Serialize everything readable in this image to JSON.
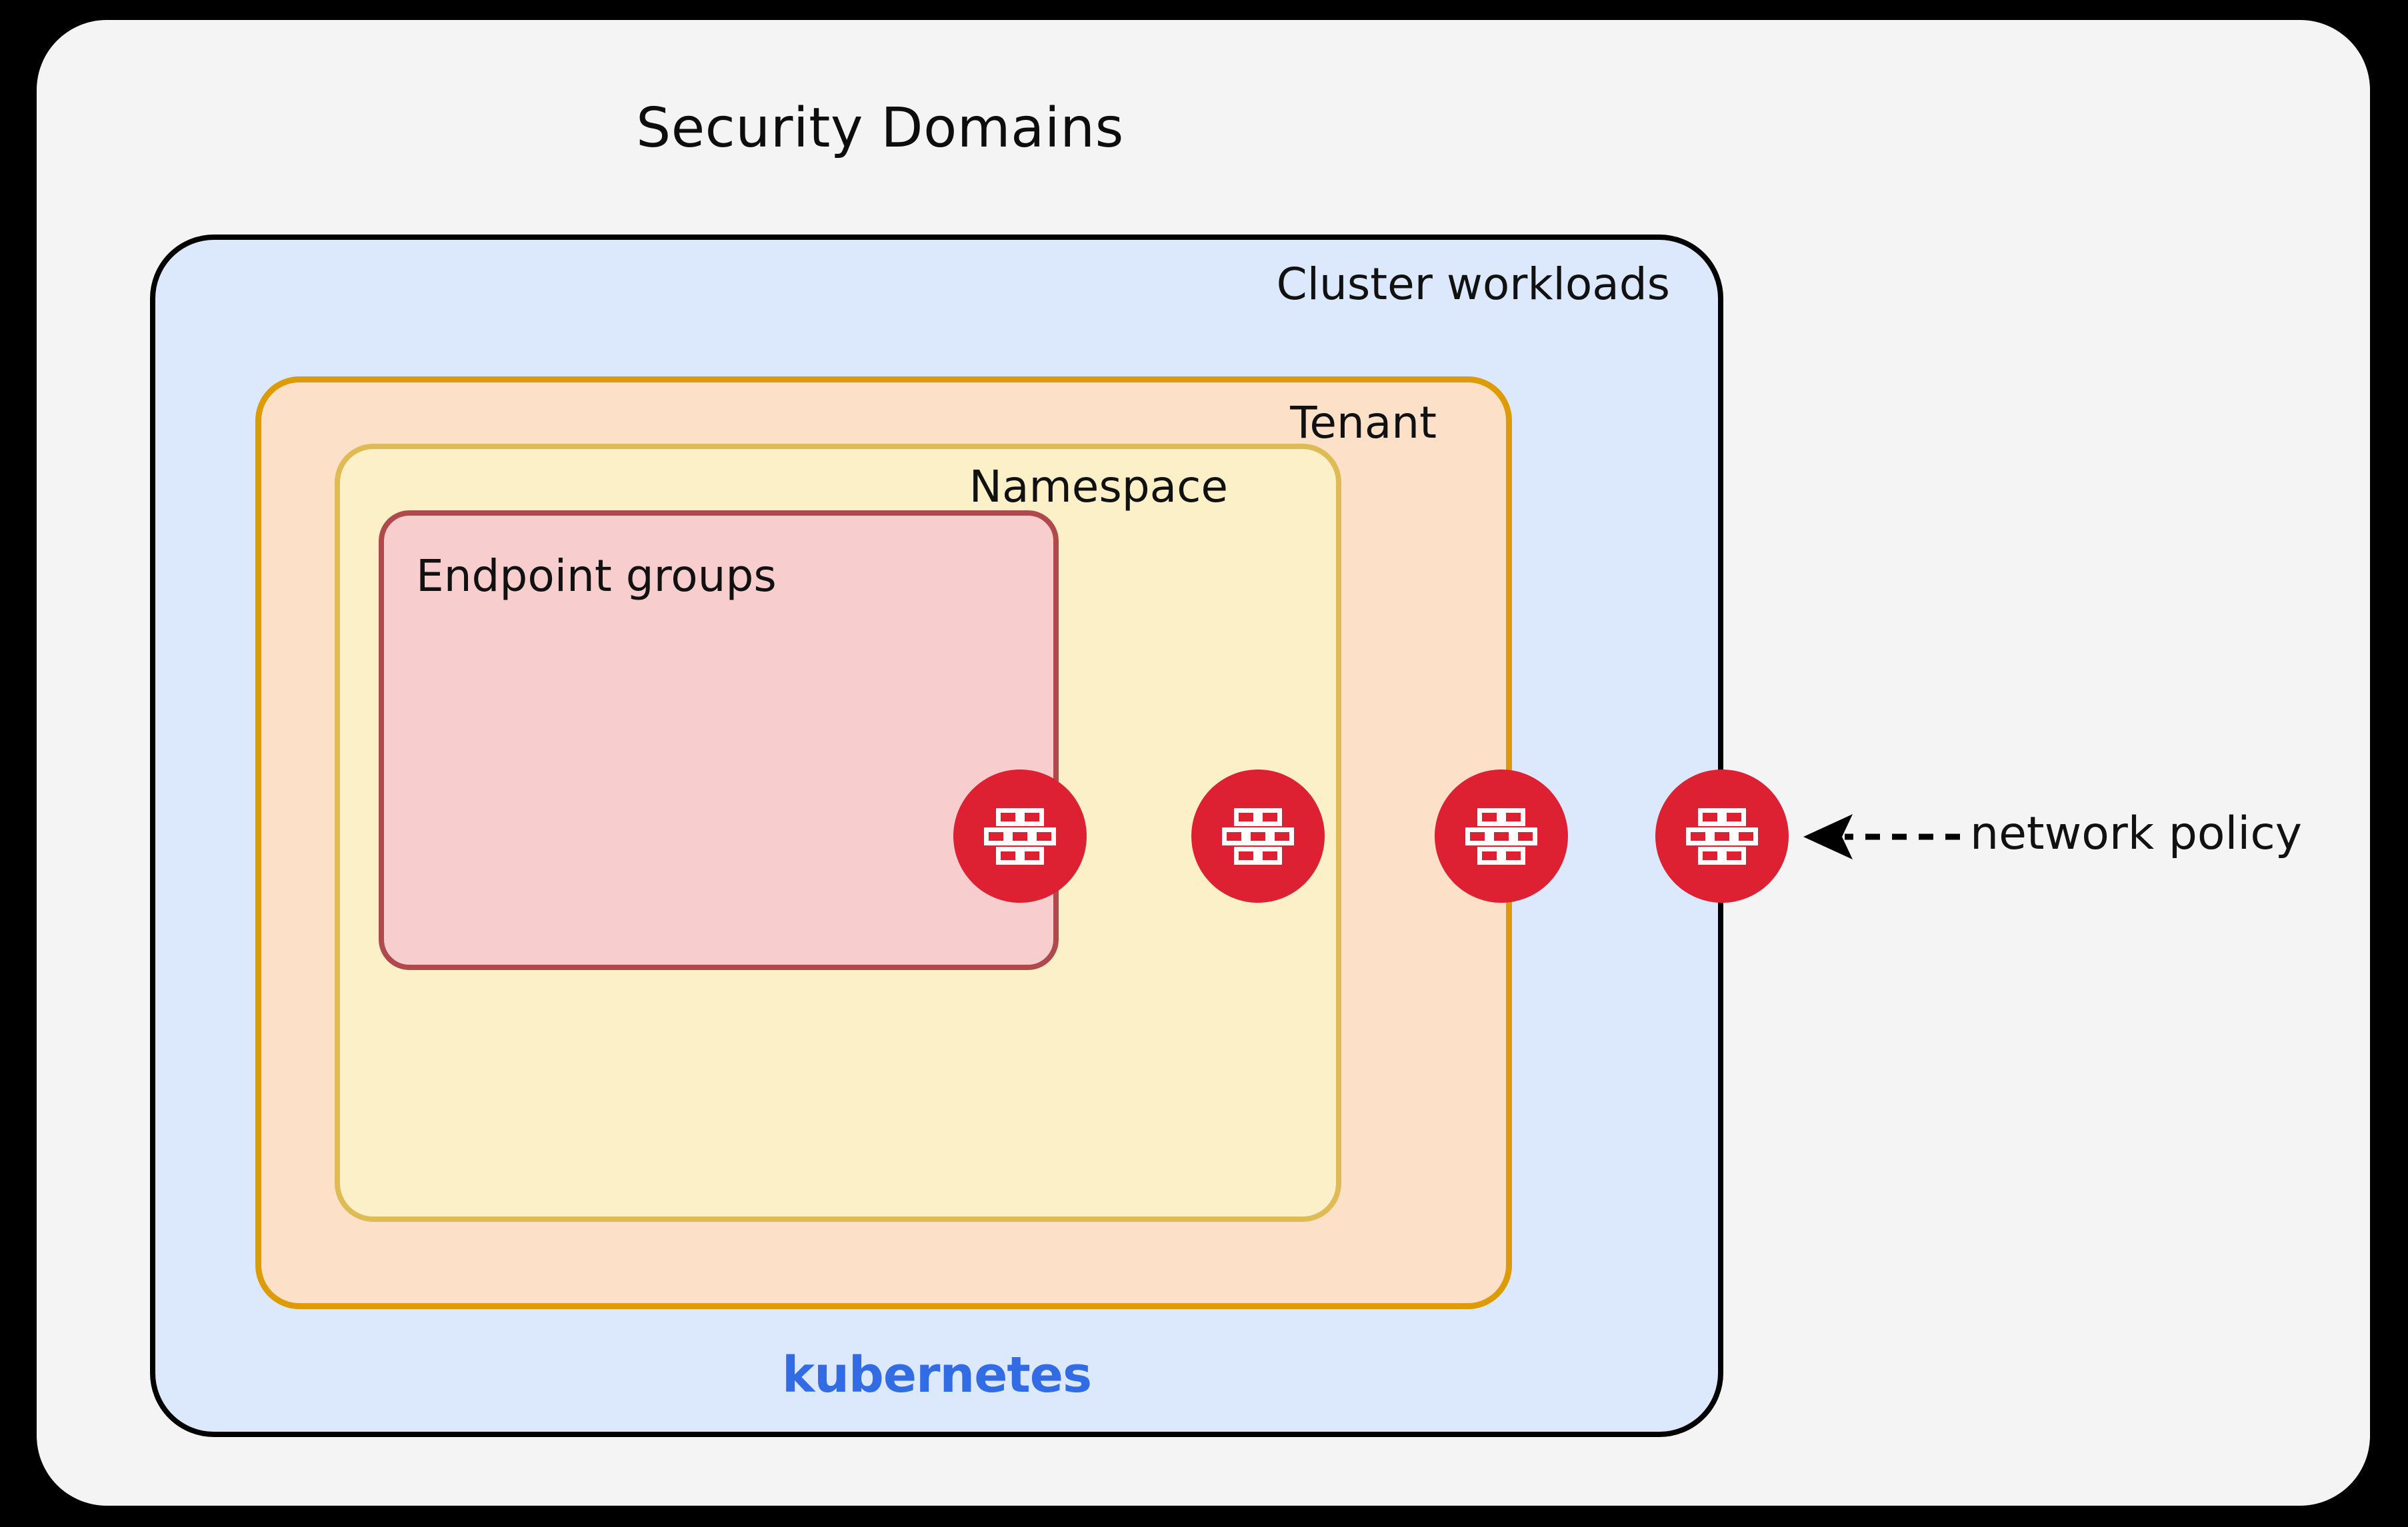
{
  "diagram": {
    "title": "Security Domains",
    "background_color": "#f4f4f4",
    "canvas_color": "#000000"
  },
  "layers": {
    "cluster": {
      "label": "Cluster workloads",
      "fill": "#dce8fb",
      "stroke": "#000000",
      "brand_label": "kubernetes",
      "brand_color": "#326ce5"
    },
    "tenant": {
      "label": "Tenant",
      "fill": "#fce1c8",
      "stroke": "#dd9b05"
    },
    "namespace": {
      "label": "Namespace",
      "fill": "#fcf0c8",
      "stroke": "#dfbb55"
    },
    "endpoints": {
      "label": "Endpoint groups",
      "fill": "#f7cdcd",
      "stroke": "#b0494c"
    }
  },
  "policy_badges": {
    "icon_name": "firewall-brick-icon",
    "color": "#dd2133",
    "count": 4,
    "positions_x": [
      1475,
      1832,
      2197,
      2528
    ]
  },
  "annotation": {
    "label": "network policy",
    "arrow_icon": "dashed-arrow-left-icon"
  }
}
